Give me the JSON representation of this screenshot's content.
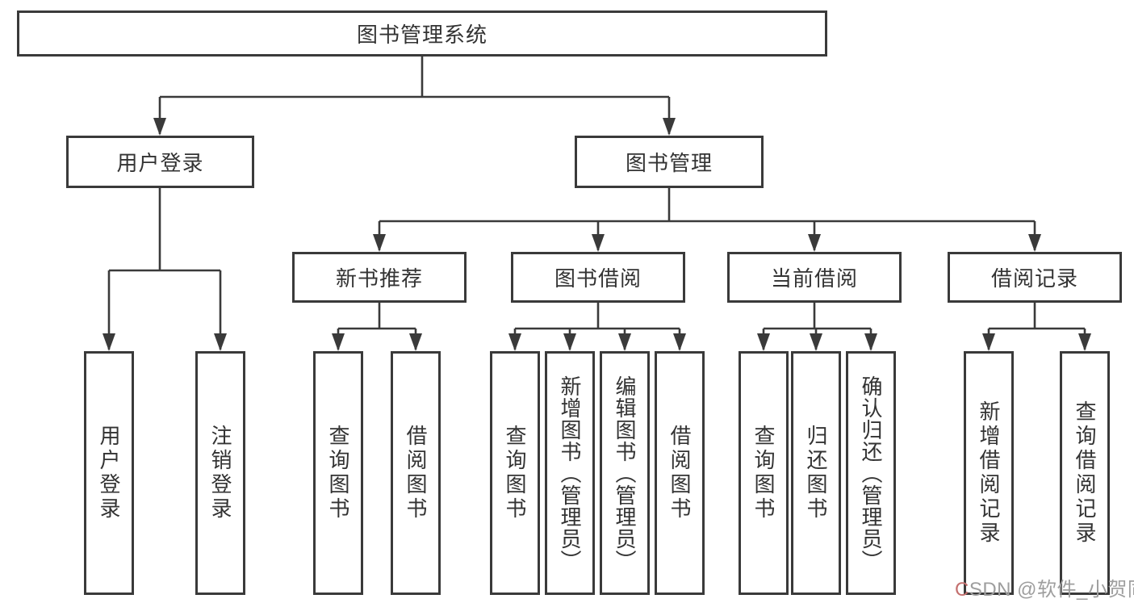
{
  "diagram": {
    "title": "图书管理系统",
    "root": {
      "label": "图书管理系统"
    },
    "level2": [
      {
        "label": "用户登录"
      },
      {
        "label": "图书管理"
      }
    ],
    "level3": [
      {
        "label": "新书推荐"
      },
      {
        "label": "图书借阅"
      },
      {
        "label": "当前借阅"
      },
      {
        "label": "借阅记录"
      }
    ],
    "level4": [
      {
        "label": "用户登录"
      },
      {
        "label": "注销登录"
      },
      {
        "label": "查询图书"
      },
      {
        "label": "借阅图书"
      },
      {
        "label": "查询图书"
      },
      {
        "label": "新增图书（管理员）"
      },
      {
        "label": "编辑图书（管理员）"
      },
      {
        "label": "借阅图书"
      },
      {
        "label": "查询图书"
      },
      {
        "label": "归还图书"
      },
      {
        "label": "确认归还（管理员）"
      },
      {
        "label": "新增借阅记录"
      },
      {
        "label": "查询借阅记录"
      }
    ],
    "colors": {
      "line": "#3a3a3a",
      "box_border": "#3a3a3a",
      "text": "#333333",
      "background": "#ffffff"
    }
  },
  "watermark": {
    "label": "CSDN @软件_小贺同学",
    "color": "#9e9e9e",
    "accent_color": "#c4706f"
  }
}
